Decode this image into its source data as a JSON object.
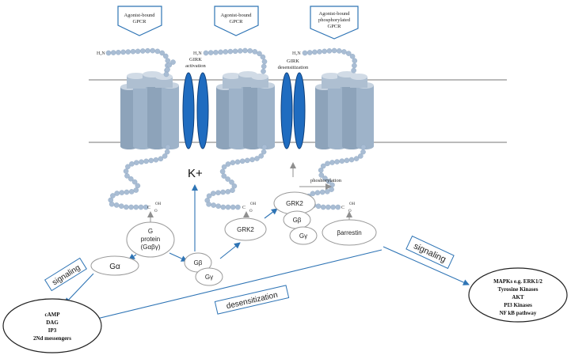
{
  "banners": [
    {
      "line1": "Agonist-bound",
      "line2": "GPCR",
      "line3": ""
    },
    {
      "line1": "Agonist-bound",
      "line2": "GPCR",
      "line3": ""
    },
    {
      "line1": "Agonist-bound",
      "line2": "phosphorylated",
      "line3": "GPCR"
    }
  ],
  "terminals": {
    "n_terminal": "H₂N",
    "c_terminal": "C",
    "c_sub": "O",
    "c_sup": "OH"
  },
  "girk": {
    "activation_line1": "GIRK",
    "activation_line2": "activation",
    "desensitization_line1": "GIRK",
    "desensitization_line2": "desensitization"
  },
  "ion": "K+",
  "phosphorylation": "phoshorylation",
  "nodes": {
    "g_protein_line1": "G",
    "g_protein_line2": "protein",
    "g_protein_line3": "(Gαβγ)",
    "g_alpha": "Gα",
    "g_beta": "Gβ",
    "g_gamma": "Gγ",
    "grk2_left": "GRK2",
    "grk2_center": "GRK2",
    "grk2_beta": "Gβ",
    "grk2_gamma": "Gγ",
    "barrestin": "βarrestin"
  },
  "tags": {
    "signaling_left": "signaling",
    "signaling_right": "signaling",
    "desensitization": "desensitization"
  },
  "outcomes": {
    "left": [
      "cAMP",
      "DAG",
      "IP3",
      "2Nd messengers"
    ],
    "right": [
      "MAPKs e.g. ERK1/2",
      "Tyrosine Kinases",
      "AKT",
      "PI3 Kinases",
      "NF kB pathway"
    ]
  },
  "colors": {
    "membrane": "#a3a3a3",
    "receptor": "#9eb3c9",
    "receptor_dark": "#8da3ba",
    "bead": "#a9bdd4",
    "channel": "#1f6cc0",
    "arrow_blue": "#2e74b5",
    "arrow_grey": "#8f8f8f"
  }
}
